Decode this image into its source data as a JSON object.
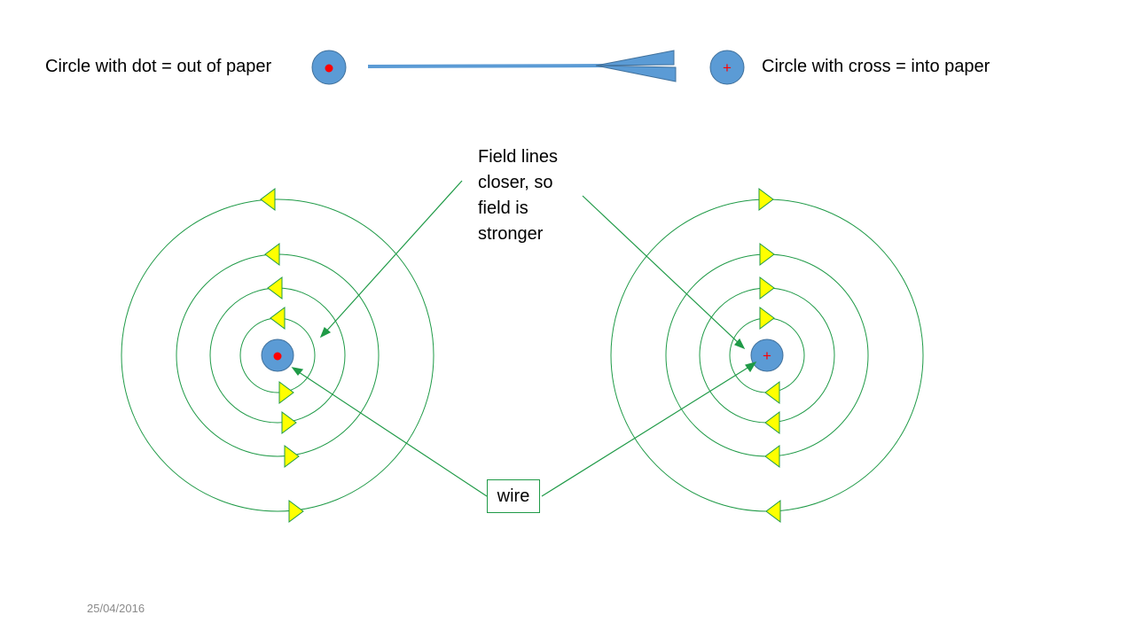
{
  "legend": {
    "dot_text": "Circle with dot = out of paper",
    "cross_text": "Circle with cross = into paper",
    "cross_symbol": "+"
  },
  "annotation": {
    "lines": [
      "Field lines",
      "closer, so",
      "field is",
      "stronger"
    ]
  },
  "wire_label": "wire",
  "date": "25/04/2016",
  "colors": {
    "wire_fill": "#5b9bd5",
    "wire_stroke": "#41719c",
    "dot": "#ff0000",
    "field_line": "#1f9a47",
    "arrowhead": "#ffff00"
  },
  "icons": [
    "wire-out-of-paper-icon",
    "wire-into-paper-icon",
    "arrow-icon",
    "field-direction-arrowhead-icon"
  ]
}
